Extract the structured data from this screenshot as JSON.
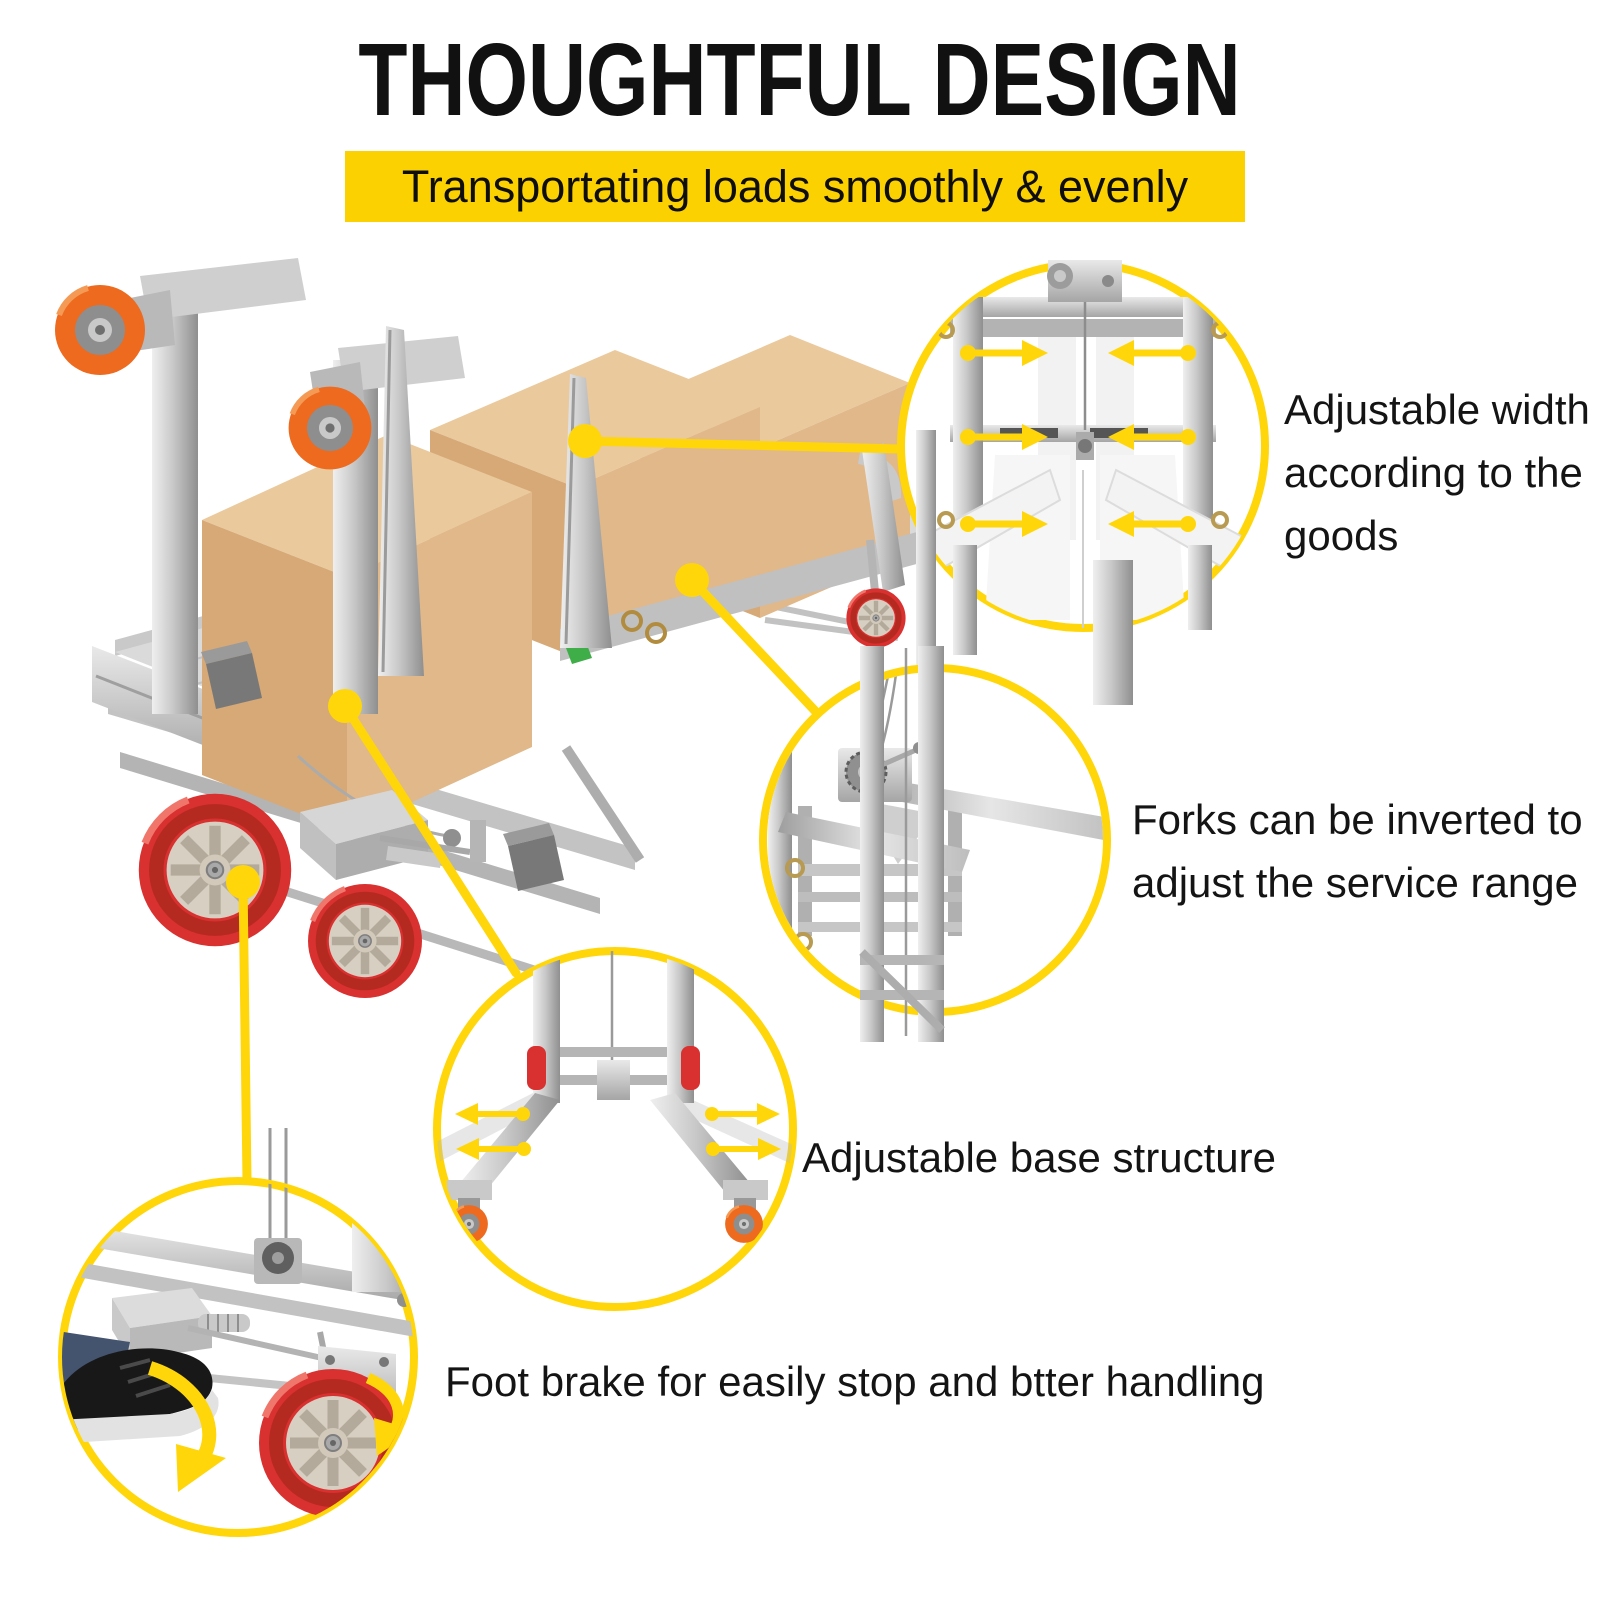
{
  "title": "THOUGHTFUL DESIGN",
  "subtitle": "Transportating loads smoothly & evenly",
  "callouts": {
    "adjustable_width": {
      "lines": [
        "Adjustable width",
        "according to the",
        "goods"
      ]
    },
    "forks_inverted": {
      "lines": [
        "Forks can be inverted to",
        "adjust the service range"
      ]
    },
    "adjustable_base": {
      "label": "Adjustable base structure"
    },
    "foot_brake": {
      "label": "Foot brake for easily stop and btter handling"
    }
  },
  "colors": {
    "accent_yellow": "#FBD101",
    "line_yellow": "#FFD60A",
    "wheel_red": "#D93030",
    "caster_orange": "#ED6A1F",
    "box_tan": "#DDB183",
    "text_black": "#111111"
  }
}
